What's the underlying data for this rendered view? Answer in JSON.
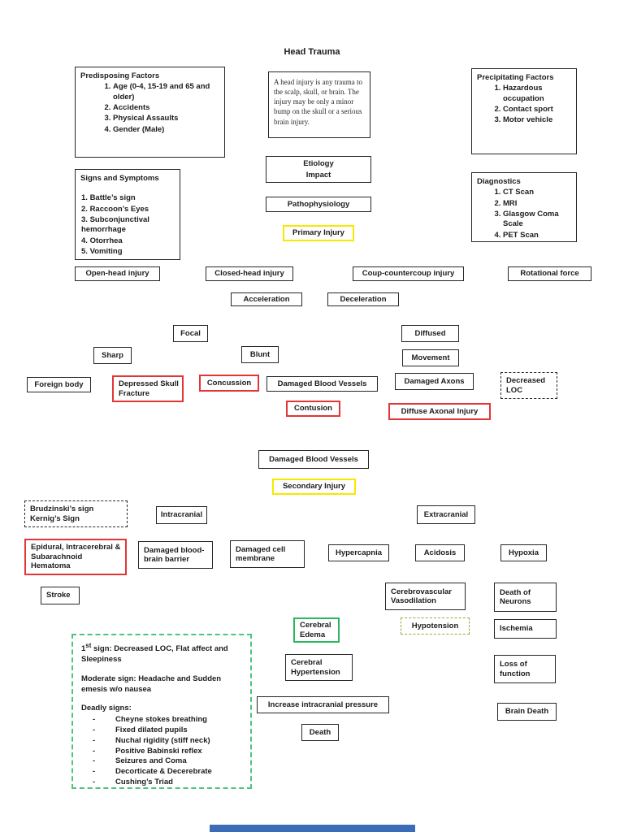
{
  "page": {
    "title": "Head Trauma"
  },
  "colors": {
    "box_border": "#262626",
    "highlight_red": "#e23535",
    "highlight_yellow": "#f7e800",
    "highlight_green": "#2db45e",
    "warn_panel_green_dashed": "#4cc47f",
    "hypotension_olive_dashed": "#9da542",
    "bottom_bar_blue": "#3b6cb8"
  },
  "panels": {
    "predisposing": {
      "title": "Predisposing Factors",
      "items": [
        "Age (0-4, 15-19 and 65 and older)",
        "Accidents",
        "Physical Assaults",
        "Gender (Male)"
      ]
    },
    "definition": {
      "text": "A head injury is any trauma to the scalp, skull, or brain. The injury may be only a minor bump on the skull or a serious brain injury."
    },
    "precipitating": {
      "title": "Precipitating Factors",
      "items": [
        "Hazardous occupation",
        "Contact sport",
        "Motor vehicle"
      ]
    },
    "signs_symptoms": {
      "title": "Signs and Symptoms",
      "items": [
        "Battle’s sign",
        "Raccoon’s Eyes",
        "Subconjunctival hemorrhage",
        "Otorrhea",
        "Vomiting"
      ]
    },
    "etiology": {
      "title": "Etiology",
      "subtitle": "Impact"
    },
    "diagnostics": {
      "title": "Diagnostics",
      "items": [
        "CT Scan",
        "MRI",
        "Glasgow Coma Scale",
        "PET Scan"
      ]
    },
    "warning_signs": {
      "first_sign_prefix": "1",
      "first_sign_sup": "st",
      "first_sign_rest": " sign: Decreased LOC, Flat affect and Sleepiness",
      "moderate_sign": "Moderate sign: Headache and Sudden emesis w/o nausea",
      "deadly_heading": "Deadly signs:",
      "deadly_items": [
        "Cheyne stokes breathing",
        "Fixed dilated pupils",
        "Nuchal rigidity (stiff neck)",
        "Positive Babinski reflex",
        "Seizures and Coma",
        "Decorticate & Decerebrate",
        "Cushing’s Triad"
      ]
    }
  },
  "nodes": {
    "pathophysiology": "Pathophysiology",
    "primary_injury": "Primary Injury",
    "open_head": "Open-head injury",
    "closed_head": "Closed-head injury",
    "coup": "Coup-countercoup injury",
    "rotational": "Rotational force",
    "acceleration": "Acceleration",
    "deceleration": "Deceleration",
    "focal": "Focal",
    "sharp": "Sharp",
    "blunt": "Blunt",
    "diffused": "Diffused",
    "movement": "Movement",
    "foreign_body": "Foreign body",
    "depressed_skull": "Depressed Skull Fracture",
    "concussion": "Concussion",
    "damaged_vessels_1": "Damaged Blood Vessels",
    "damaged_axons": "Damaged Axons",
    "decreased_loc": "Decreased LOC",
    "contusion": "Contusion",
    "diffuse_axonal": "Diffuse Axonal Injury",
    "damaged_vessels_2": "Damaged Blood Vessels",
    "secondary_injury": "Secondary Injury",
    "brudzinski_line1": "Brudzinski’s sign",
    "brudzinski_line2": "Kernig’s Sign",
    "intracranial": "Intracranial",
    "extracranial": "Extracranial",
    "hematoma": "Epidural, Intracerebral & Subarachnoid Hematoma",
    "blood_brain_barrier": "Damaged blood-brain barrier",
    "cell_membrane": "Damaged cell membrane",
    "hypercapnia": "Hypercapnia",
    "acidosis": "Acidosis",
    "hypoxia": "Hypoxia",
    "stroke": "Stroke",
    "vasodilation": "Cerebrovascular Vasodilation",
    "death_of_neurons": "Death of Neurons",
    "cerebral_edema": "Cerebral Edema",
    "hypotension": "Hypotension",
    "ischemia": "Ischemia",
    "cerebral_hypertension": "Cerebral Hypertension",
    "loss_of_function": "Loss of function",
    "increase_icp": "Increase intracranial pressure",
    "death": "Death",
    "brain_death": "Brain Death"
  }
}
